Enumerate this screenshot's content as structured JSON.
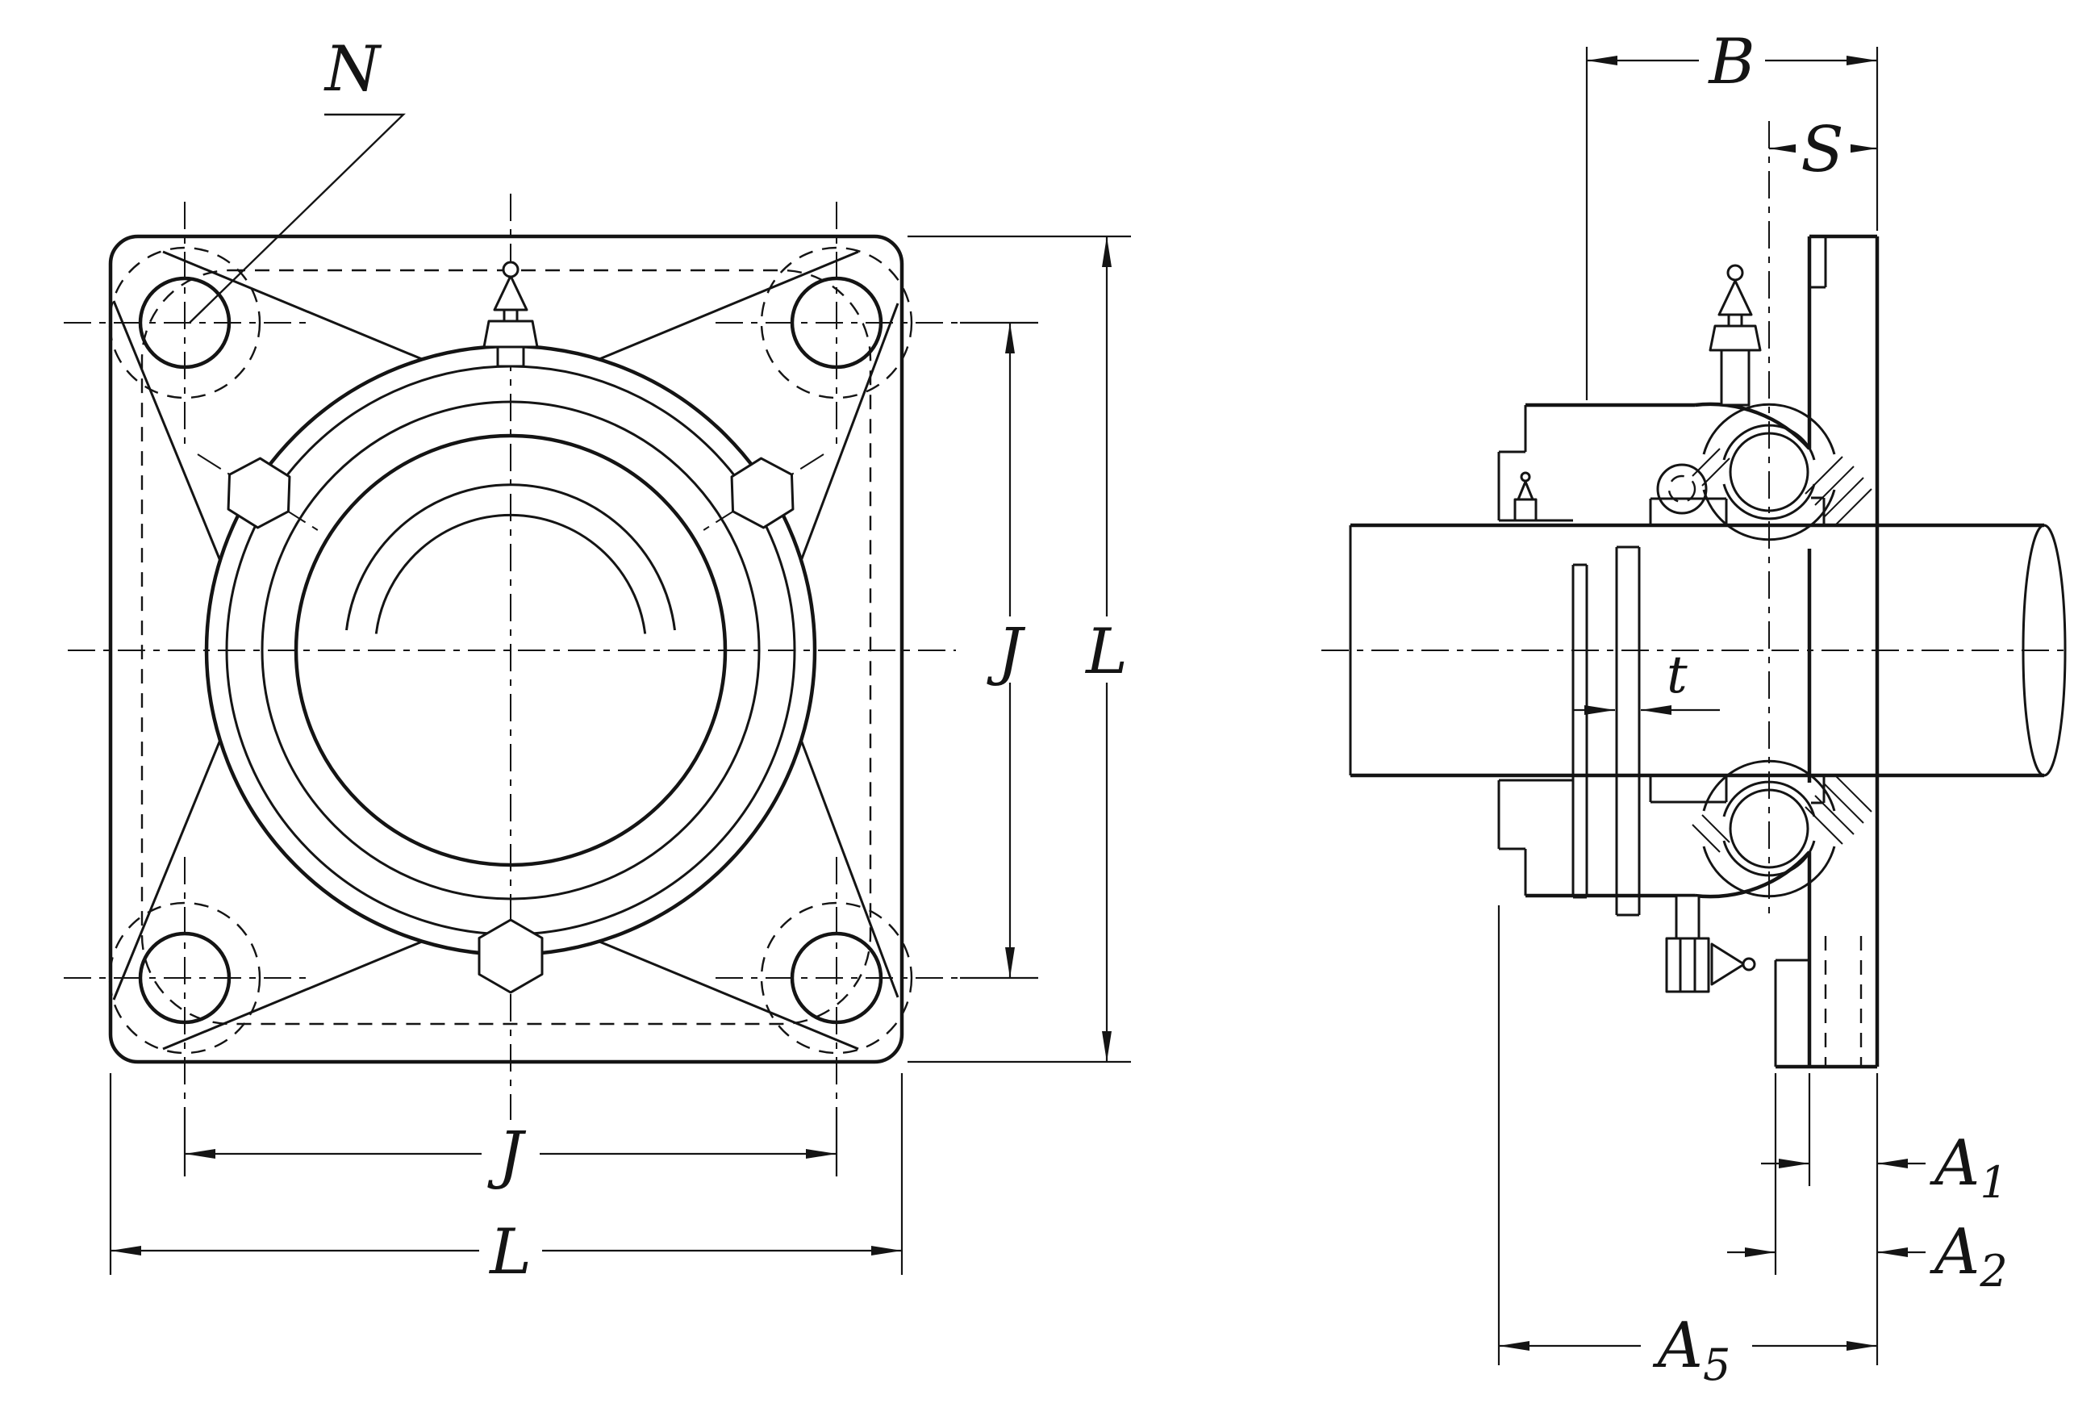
{
  "drawing": {
    "front_view": {
      "bolt_hole_label": "N",
      "bolt_spacing_vertical": "J",
      "height_label": "L",
      "bolt_spacing_horizontal": "J",
      "width_label": "L"
    },
    "side_view": {
      "unit_width": "B",
      "shaft_end_offset": "S",
      "flange_plate_thickness": "t",
      "a1": {
        "base": "A",
        "sub": "1"
      },
      "a2": {
        "base": "A",
        "sub": "2"
      },
      "a5": {
        "base": "A",
        "sub": "5"
      }
    },
    "colors": {
      "line": "#141414",
      "background": "#ffffff"
    }
  }
}
